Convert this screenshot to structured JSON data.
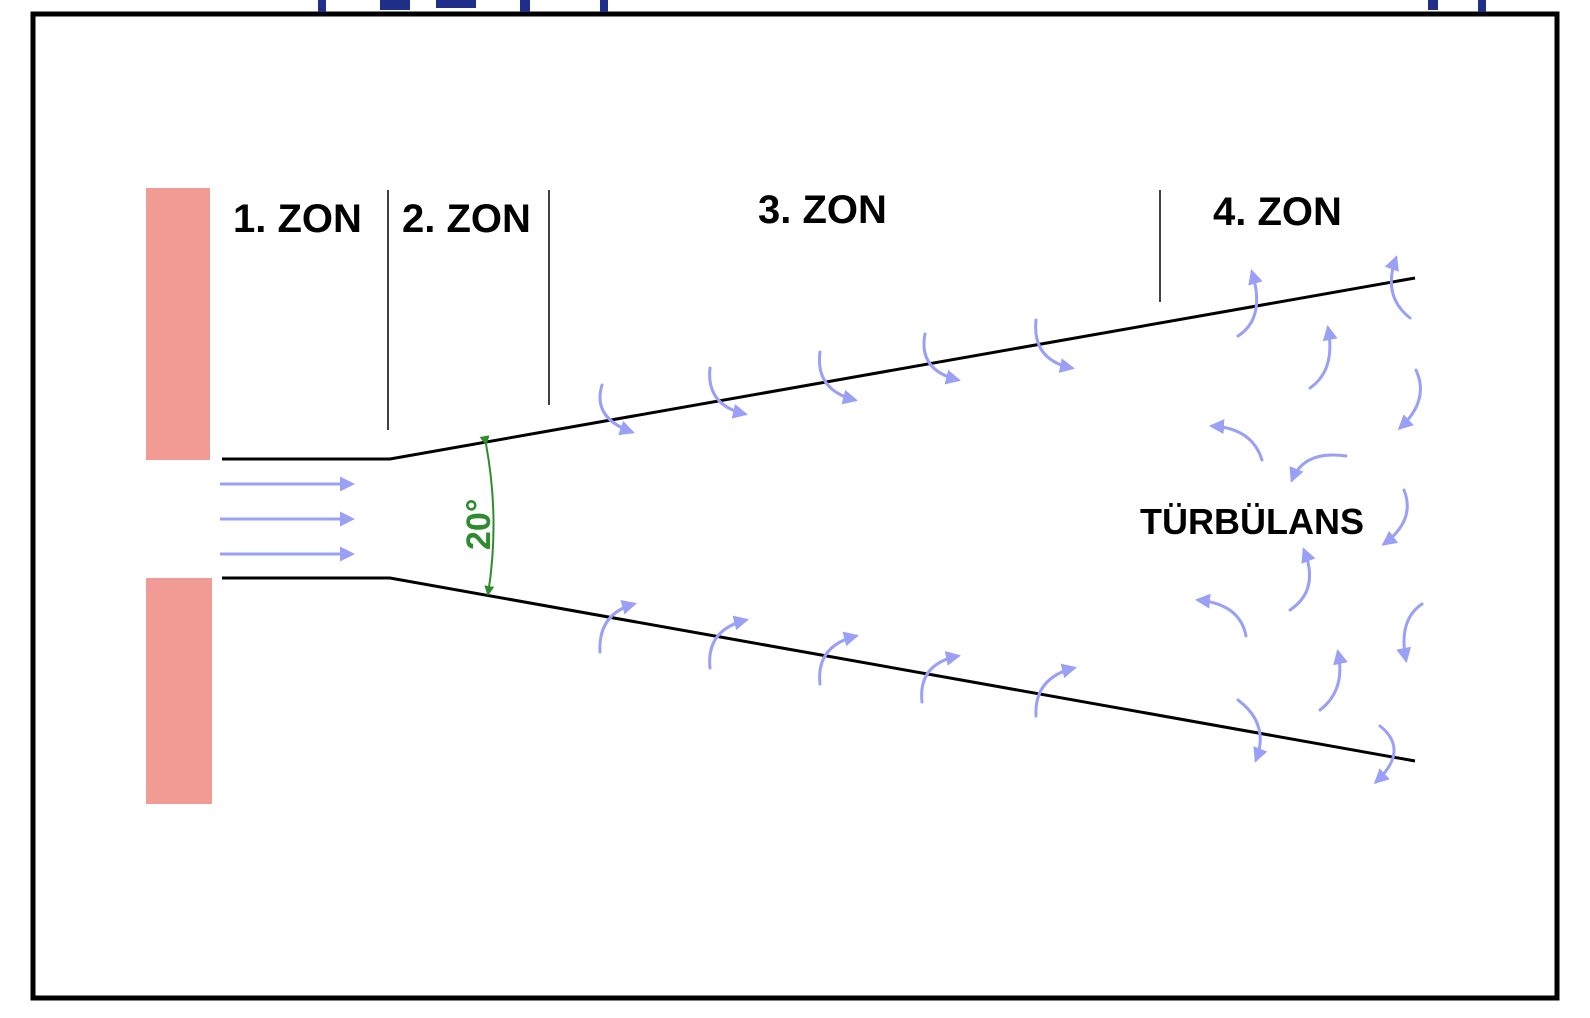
{
  "diagram": {
    "zones": [
      {
        "label": "1. ZON"
      },
      {
        "label": "2. ZON"
      },
      {
        "label": "3. ZON"
      },
      {
        "label": "4. ZON"
      }
    ],
    "angle_label": "20°",
    "turbulence_label": "TÜRBÜLANS",
    "colors": {
      "wall": "#f29b94",
      "flow_arrow": "#9aa0f5",
      "angle": "#2e8b2e",
      "outline": "#000000"
    }
  }
}
